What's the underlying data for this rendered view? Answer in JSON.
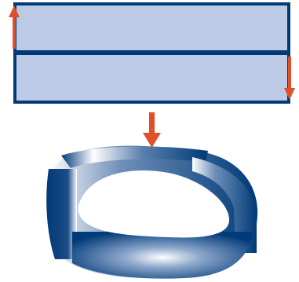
{
  "diagram": {
    "colors": {
      "background": "#ffffff",
      "strip_fill": "#bdcae6",
      "strip_border": "#003a78",
      "arrow": "#e0502a",
      "loop_dark": "#003a78",
      "loop_mid": "#5a80ad",
      "loop_light": "#ffffff"
    },
    "upper_strip": {
      "arrow_direction": "up"
    },
    "lower_strip": {
      "arrow_direction": "down"
    },
    "transition_arrow": {
      "direction": "down"
    }
  }
}
